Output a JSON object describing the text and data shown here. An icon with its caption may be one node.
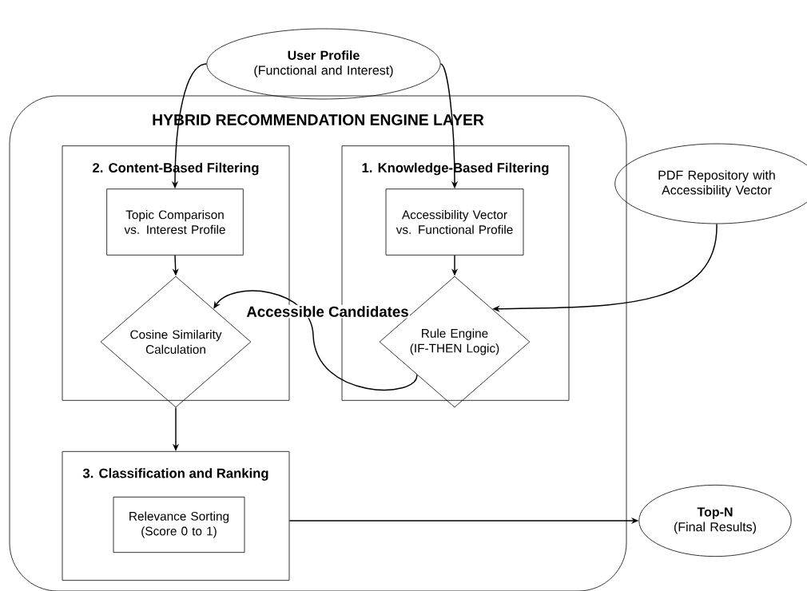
{
  "diagram": {
    "nodes": [
      {
        "text": [
          "User Profile",
          "(Functional and Interest)"
        ]
      },
      {
        "text": [
          "HYBRID RECOMMENDATION ENGINE LAYER"
        ]
      },
      {
        "text": [
          "2. Content-Based Filtering"
        ],
        "in": 1
      },
      {
        "text": [
          "Topic Comparison vs. Interest Profile"
        ],
        "in": 2
      },
      {
        "text": [
          "Cosine Similarity Calculation"
        ],
        "in": 2
      },
      {
        "text": [
          "1. Knowledge-Based Filtering"
        ],
        "in": 1
      },
      {
        "text": [
          "Accessibility Vector vs. Functional Profile"
        ],
        "in": 5
      },
      {
        "text": [
          "Rule Engine (IF-THEN Logic)"
        ],
        "in": 5
      },
      {
        "text": [
          "3. Classification and Ranking"
        ],
        "in": 1
      },
      {
        "text": [
          "Relevance Sorting (Score 0 to 1)"
        ],
        "in": 8
      },
      {
        "text": [
          "PDF Repository with Accessibility Vector"
        ]
      },
      {
        "text": [
          "Top-N",
          "(Final Results)"
        ]
      }
    ],
    "edges": [
      {
        "from": 0,
        "to": 3,
        "arrow": "to"
      },
      {
        "from": 0,
        "to": 6,
        "arrow": "to"
      },
      {
        "from": 3,
        "to": 4,
        "arrow": "to"
      },
      {
        "from": 6,
        "to": 7,
        "arrow": "to"
      },
      {
        "from": 10,
        "to": 7,
        "arrow": "to"
      },
      {
        "from": 7,
        "to": 4,
        "arrow": "to",
        "label": "Accessible Candidates"
      },
      {
        "from": 4,
        "to": 8,
        "arrow": "to"
      },
      {
        "from": 8,
        "to": 11,
        "arrow": "to"
      }
    ]
  }
}
